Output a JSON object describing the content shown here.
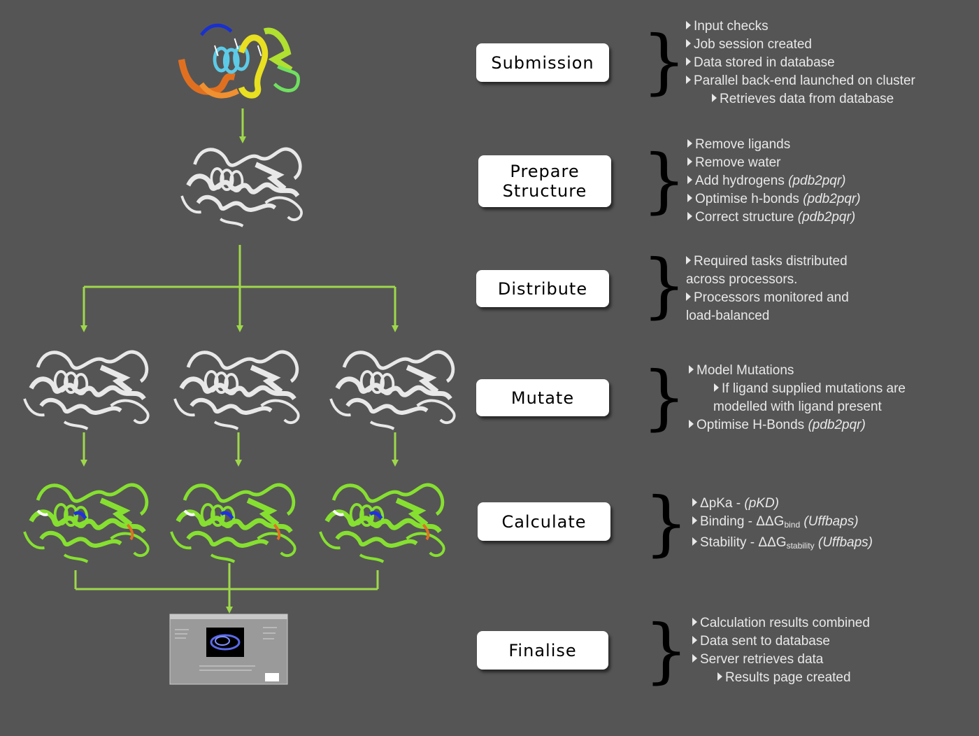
{
  "colors": {
    "background": "#555555",
    "arrow": "#9ed84a",
    "box": "#ffffff",
    "note_text": "#e8e8e8"
  },
  "stages": [
    {
      "label": "Submission"
    },
    {
      "label": "Prepare\nStructure"
    },
    {
      "label": "Distribute"
    },
    {
      "label": "Mutate"
    },
    {
      "label": "Calculate"
    },
    {
      "label": "Finalise"
    }
  ],
  "notes": {
    "submission": [
      "Input checks",
      "Job session created",
      "Data stored in database",
      "Parallel back-end launched on cluster",
      "Retrieves data from database"
    ],
    "prepare": [
      "Remove ligands",
      "Remove water",
      "Add hydrogens",
      "(pdb2pqr)",
      "Optimise h-bonds",
      "(pdb2pqr)",
      "Correct structure",
      "(pdb2pqr)"
    ],
    "distribute": [
      "Required tasks distributed",
      "across processors.",
      "Processors monitored and",
      "load-balanced"
    ],
    "mutate": [
      "Model Mutations",
      "If ligand supplied mutations are",
      "modelled with ligand present",
      "Optimise H-Bonds",
      "(pdb2pqr)"
    ],
    "calculate": [
      "ΔpKa - ",
      "(pKD)",
      "Binding - ΔΔG",
      "bind",
      "(Uffbaps)",
      "Stability - ΔΔG",
      "stability",
      "(Uffbaps)"
    ],
    "finalise": [
      "Calculation results combined",
      "Data sent to database",
      "Server retrieves data",
      "Results page created"
    ]
  },
  "figures": [
    {
      "name": "protein-rainbow",
      "style": "rainbow"
    },
    {
      "name": "protein-white-prepared",
      "style": "white"
    },
    {
      "name": "protein-white-mutant-1",
      "style": "white"
    },
    {
      "name": "protein-white-mutant-2",
      "style": "white"
    },
    {
      "name": "protein-white-mutant-3",
      "style": "white"
    },
    {
      "name": "protein-green-calc-1",
      "style": "green"
    },
    {
      "name": "protein-green-calc-2",
      "style": "green"
    },
    {
      "name": "protein-green-calc-3",
      "style": "green"
    },
    {
      "name": "results-page-thumbnail",
      "style": "screenshot"
    }
  ]
}
